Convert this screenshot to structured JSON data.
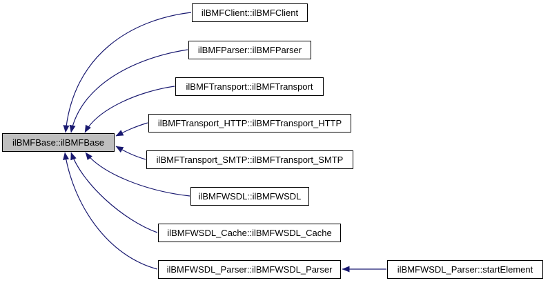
{
  "diagram": {
    "kind": "doxygen-caller-graph",
    "background_color": "#ffffff",
    "colors": {
      "node_fill": "#ffffff",
      "node_border": "#000000",
      "highlighted_node_fill": "#bfbfbf",
      "edge_color": "#191970",
      "text_color": "#000000"
    },
    "nodes": [
      {
        "id": "base",
        "label": "ilBMFBase::ilBMFBase",
        "highlighted": true
      },
      {
        "id": "client",
        "label": "ilBMFClient::ilBMFClient",
        "highlighted": false
      },
      {
        "id": "parser",
        "label": "ilBMFParser::ilBMFParser",
        "highlighted": false
      },
      {
        "id": "transport",
        "label": "ilBMFTransport::ilBMFTransport",
        "highlighted": false
      },
      {
        "id": "transport_http",
        "label": "ilBMFTransport_HTTP::ilBMFTransport_HTTP",
        "highlighted": false
      },
      {
        "id": "transport_smtp",
        "label": "ilBMFTransport_SMTP::ilBMFTransport_SMTP",
        "highlighted": false
      },
      {
        "id": "wsdl",
        "label": "ilBMFWSDL::ilBMFWSDL",
        "highlighted": false
      },
      {
        "id": "wsdl_cache",
        "label": "ilBMFWSDL_Cache::ilBMFWSDL_Cache",
        "highlighted": false
      },
      {
        "id": "wsdl_parser",
        "label": "ilBMFWSDL_Parser::ilBMFWSDL_Parser",
        "highlighted": false
      },
      {
        "id": "start_element",
        "label": "ilBMFWSDL_Parser::startElement",
        "highlighted": false
      }
    ],
    "edges": [
      {
        "from": "client",
        "to": "base"
      },
      {
        "from": "parser",
        "to": "base"
      },
      {
        "from": "transport",
        "to": "base"
      },
      {
        "from": "transport_http",
        "to": "base"
      },
      {
        "from": "transport_smtp",
        "to": "base"
      },
      {
        "from": "wsdl",
        "to": "base"
      },
      {
        "from": "wsdl_cache",
        "to": "base"
      },
      {
        "from": "wsdl_parser",
        "to": "base"
      },
      {
        "from": "start_element",
        "to": "wsdl_parser"
      }
    ]
  }
}
